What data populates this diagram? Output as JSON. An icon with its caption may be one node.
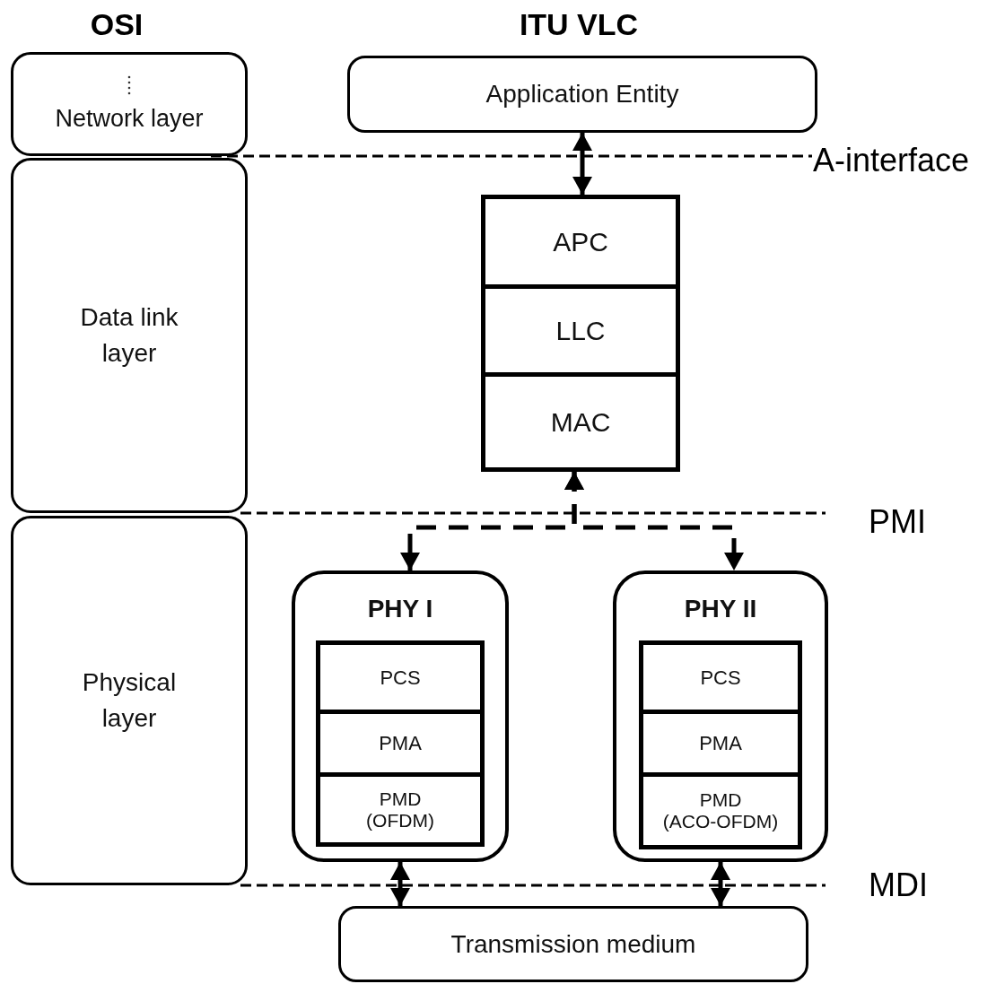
{
  "diagram": {
    "nodes": [
      {
        "text": [
          "Network layer"
        ]
      },
      {
        "text": [
          "Data link layer"
        ]
      },
      {
        "text": [
          "Physical layer"
        ]
      },
      {
        "text": [
          "Application Entity"
        ]
      },
      {
        "text": [],
        "shape": "box"
      },
      {
        "text": [
          "APC"
        ],
        "in": 4
      },
      {
        "text": [
          "LLC"
        ],
        "in": 4
      },
      {
        "text": [
          "MAC"
        ],
        "in": 4
      },
      {
        "text": [
          "PHY I"
        ]
      },
      {
        "text": [],
        "shape": "box",
        "in": 8
      },
      {
        "text": [
          "PCS"
        ],
        "in": 9
      },
      {
        "text": [
          "PMA"
        ],
        "in": 9
      },
      {
        "text": [
          "PMD (OFDM)"
        ],
        "in": 9
      },
      {
        "text": [
          "PHY II"
        ]
      },
      {
        "text": [],
        "shape": "box",
        "in": 13
      },
      {
        "text": [
          "PCS"
        ],
        "in": 14
      },
      {
        "text": [
          "PMA"
        ],
        "in": 14
      },
      {
        "text": [
          "PMD (ACO-OFDM)"
        ],
        "in": 14
      },
      {
        "text": [
          "Transmission medium"
        ]
      }
    ],
    "edges": [
      {
        "from": 3,
        "to": 4,
        "arrow": "both"
      },
      {
        "from": 4,
        "to": 8,
        "arrow": "both",
        "style": "dashed"
      },
      {
        "from": 4,
        "to": 13,
        "arrow": "both",
        "style": "dashed"
      },
      {
        "from": 8,
        "to": 18,
        "arrow": "both"
      },
      {
        "from": 13,
        "to": 18,
        "arrow": "both"
      }
    ],
    "labels": [
      "OSI",
      "ITU VLC",
      "A-interface",
      "PMI",
      "MDI"
    ]
  }
}
